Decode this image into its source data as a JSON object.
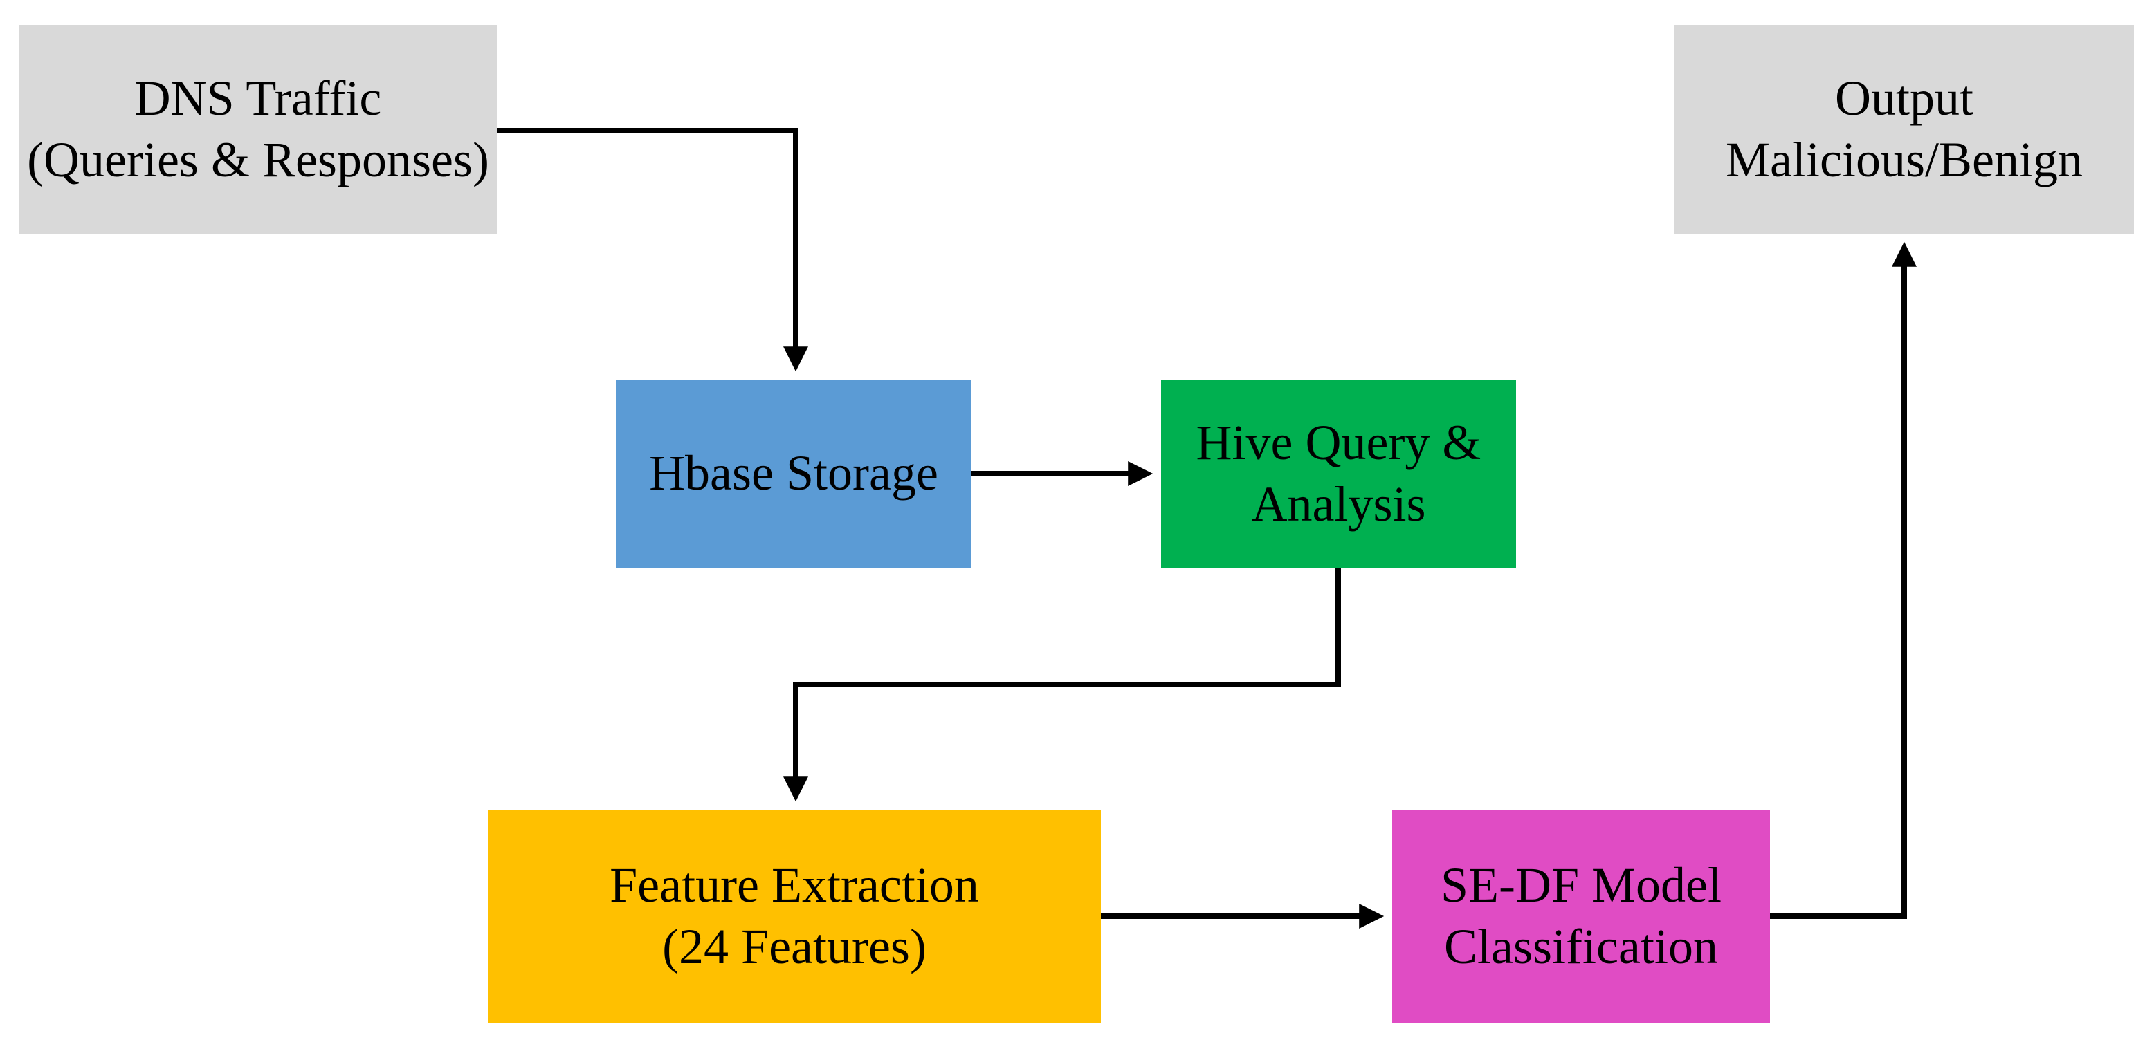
{
  "diagram": {
    "background": "#ffffff",
    "arrow_color": "#000000",
    "nodes": {
      "dns": {
        "line1": "DNS Traffic",
        "line2": "(Queries & Responses)",
        "fill": "#d9d9d9",
        "text_color": "#000000"
      },
      "hbase": {
        "line1": "Hbase Storage",
        "fill": "#5b9bd5",
        "text_color": "#000000"
      },
      "hive": {
        "line1": "Hive Query &",
        "line2": "Analysis",
        "fill": "#00b050",
        "text_color": "#000000"
      },
      "feature": {
        "line1": "Feature Extraction",
        "line2": "(24 Features)",
        "fill": "#ffc000",
        "text_color": "#000000"
      },
      "sedf": {
        "line1": "SE-DF Model",
        "line2": "Classification",
        "fill": "#e04cc4",
        "text_color": "#000000"
      },
      "output": {
        "line1": "Output",
        "line2": "Malicious/Benign",
        "fill": "#d9d9d9",
        "text_color": "#000000"
      }
    },
    "edges": [
      {
        "id": "dns-to-hbase",
        "from": "DNS Traffic (Queries & Responses)",
        "to": "Hbase Storage"
      },
      {
        "id": "hbase-to-hive",
        "from": "Hbase Storage",
        "to": "Hive Query & Analysis"
      },
      {
        "id": "hive-to-feature",
        "from": "Hive Query & Analysis",
        "to": "Feature Extraction (24 Features)"
      },
      {
        "id": "feature-to-sedf",
        "from": "Feature Extraction (24 Features)",
        "to": "SE-DF Model Classification"
      },
      {
        "id": "sedf-to-output",
        "from": "SE-DF Model Classification",
        "to": "Output Malicious/Benign"
      }
    ]
  }
}
